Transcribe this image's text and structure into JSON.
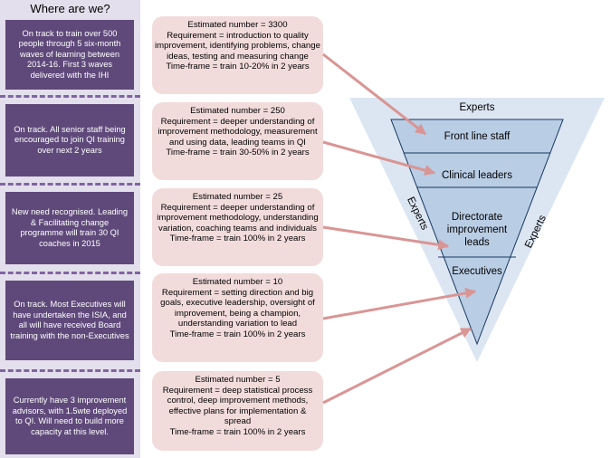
{
  "sidebar": {
    "title": "Where are we?",
    "statuses": [
      "On track to train over 500 people through 5 six-month waves of learning between 2014-16. First 3 waves delivered with the IHI",
      "On track. All senior staff being encouraged to join QI training over next 2 years",
      "New need recognised. Leading & Facilitating change programme will train 30 QI coaches in 2015",
      "On track. Most Executives will have undertaken the ISIA, and  all will have received Board training with the non-Executives",
      "Currently have 3 improvement advisors, with 1.5wte deployed to QI. Will need to build more capacity at this level."
    ]
  },
  "boxes": [
    {
      "number": "Estimated number = 3300",
      "requirement": "Requirement = introduction to quality improvement, identifying problems, change ideas, testing and measuring change",
      "timeframe": "Time-frame =  train 10-20% in 2 years"
    },
    {
      "number": "Estimated number = 250",
      "requirement": "Requirement =  deeper understanding of improvement methodology, measurement and using data, leading teams in QI",
      "timeframe": "Time-frame =  train 30-50% in 2 years"
    },
    {
      "number": "Estimated number = 25",
      "requirement": "Requirement = deeper understanding of improvement methodology, understanding variation, coaching teams and individuals",
      "timeframe": "Time-frame =  train 100% in 2 years"
    },
    {
      "number": "Estimated number = 10",
      "requirement": "Requirement = setting direction and big goals, executive leadership, oversight of improvement, being a champion, understanding variation to lead",
      "timeframe": "Time-frame =  train 100% in 2 years"
    },
    {
      "number": "Estimated number = 5",
      "requirement": "Requirement = deep statistical process control, deep improvement methods, effective plans for implementation & spread",
      "timeframe": "Time-frame =  train 100% in 2 years"
    }
  ],
  "pyramid": {
    "experts_top": "Experts",
    "experts_left": "Experts",
    "experts_right": "Experts",
    "levels": [
      "Front line staff",
      "Clinical leaders",
      "Directorate improvement leads",
      "Executives"
    ]
  },
  "colors": {
    "sidebar_bg": "#e4dfec",
    "status_box": "#5f497a",
    "divider": "#8064a2",
    "req_box": "#f2dcdb",
    "arrow": "#d99594",
    "outer_triangle": "#dce6f2",
    "inner_triangle": "#b9cde5",
    "inner_stroke": "#17375e"
  }
}
